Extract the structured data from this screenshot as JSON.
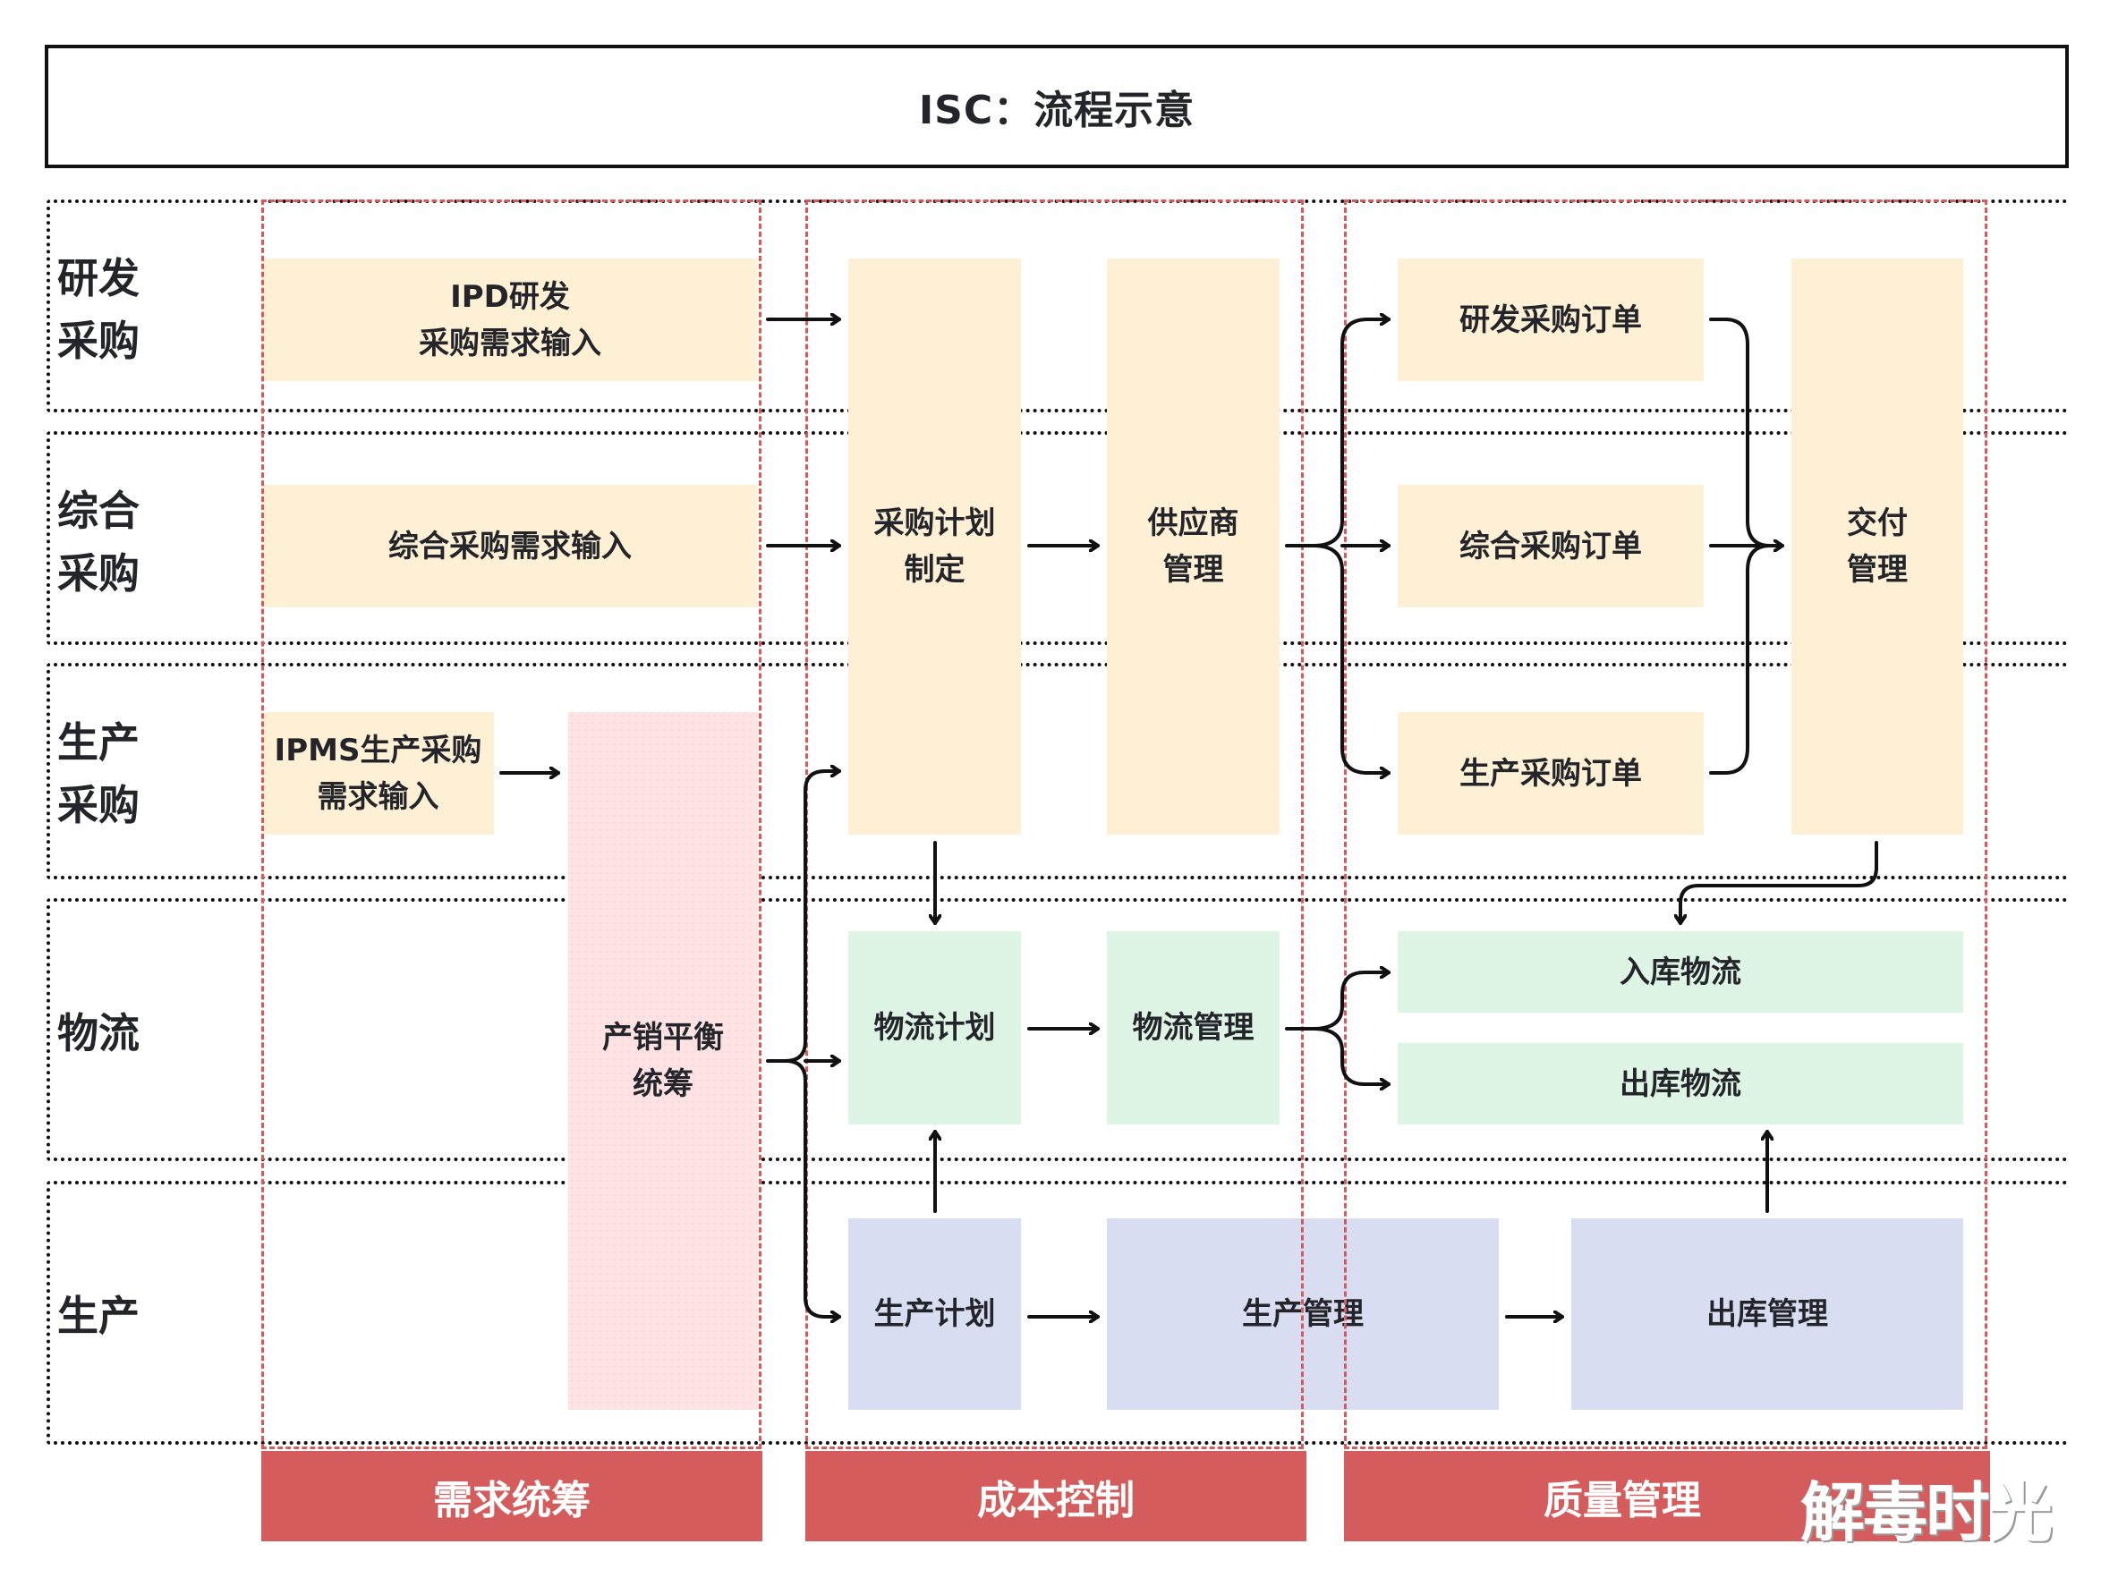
{
  "title": "ISC：流程示意",
  "rows": [
    {
      "label": "研发\n采购"
    },
    {
      "label": "综合\n采购"
    },
    {
      "label": "生产\n采购"
    },
    {
      "label": "物流"
    },
    {
      "label": "生产"
    }
  ],
  "boxes": {
    "ipd_input": "IPD研发\n采购需求输入",
    "general_input": "综合采购需求输入",
    "ipms_input": "IPMS生产采购\n需求输入",
    "sop_balance": "产销平衡\n统筹",
    "purchase_plan": "采购计划\n制定",
    "supplier_mgmt": "供应商\n管理",
    "rd_order": "研发采购订单",
    "general_order": "综合采购订单",
    "production_order": "生产采购订单",
    "delivery_mgmt": "交付\n管理",
    "logistics_plan": "物流计划",
    "logistics_mgmt": "物流管理",
    "inbound_logistics": "入库物流",
    "outbound_logistics": "出库物流",
    "production_plan": "生产计划",
    "production_mgmt": "生产管理",
    "outbound_mgmt": "出库管理"
  },
  "columns": [
    {
      "label": "需求统筹"
    },
    {
      "label": "成本控制"
    },
    {
      "label": "质量管理"
    }
  ],
  "colors": {
    "accent_red": "#d45c5c",
    "purchase_yellow": "#fef0d4",
    "balance_pink": "#fde3e3",
    "logistics_green": "#def4e4",
    "production_blue": "#d8ddf2"
  },
  "watermark": "解毒时光"
}
